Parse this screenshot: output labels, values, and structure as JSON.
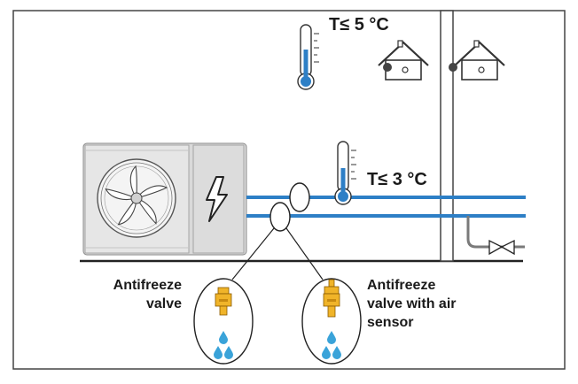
{
  "temperatures": {
    "outdoor": "T≤ 5 °C",
    "pipe": "T≤ 3 °C"
  },
  "valves": {
    "left_line1": "Antifreeze",
    "left_line2": "valve",
    "right_line1": "Antifreeze",
    "right_line2": "valve with air",
    "right_line3": "sensor"
  },
  "icons": [
    "thermometer-icon",
    "house-icon",
    "fan-icon",
    "lightning-icon",
    "water-drop-icon",
    "gate-valve-icon"
  ],
  "colors": {
    "pipe_blue": "#2d7fc6",
    "unit_gray": "#d9d9d9",
    "valve_brass": "#f0b429",
    "drop_blue": "#3aa3d9",
    "outline": "#333333"
  }
}
